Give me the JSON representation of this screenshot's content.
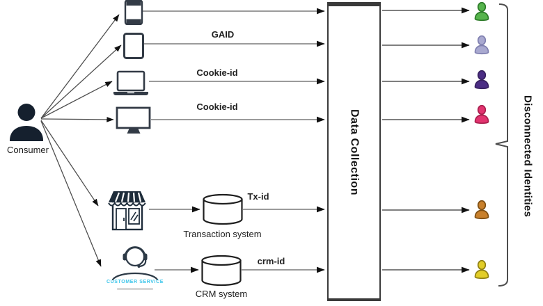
{
  "consumer": {
    "label": "Consumer"
  },
  "sources": {
    "smartphone": {
      "identifier": ""
    },
    "tablet": {
      "identifier": "GAID"
    },
    "laptop": {
      "identifier": "Cookie-id"
    },
    "desktop": {
      "identifier": "Cookie-id"
    },
    "store": {
      "identifier": "Tx-id",
      "system_label": "Transaction system"
    },
    "customer_service": {
      "identifier": "crm-id",
      "system_label": "CRM system",
      "caption": "CUSTOMER SERVICE"
    }
  },
  "collector": {
    "label": "Data Collection"
  },
  "bracket_label": "Disconnected Identities",
  "identities": [
    {
      "name": "identity-green",
      "color": "#56b44c",
      "outline": "#2c7a28"
    },
    {
      "name": "identity-lavender",
      "color": "#a9a9d0",
      "outline": "#8080b0"
    },
    {
      "name": "identity-purple",
      "color": "#4b2d84",
      "outline": "#37215f"
    },
    {
      "name": "identity-pink",
      "color": "#e2336f",
      "outline": "#a81f4d"
    },
    {
      "name": "identity-orange",
      "color": "#c8802c",
      "outline": "#7d4e12"
    },
    {
      "name": "identity-yellow",
      "color": "#e2cd28",
      "outline": "#8f7f12"
    }
  ],
  "accent_colors": {
    "customer_service_caption": "#3cc5ea",
    "device_outline": "#333b46",
    "connector_line": "#7a7a7a"
  }
}
